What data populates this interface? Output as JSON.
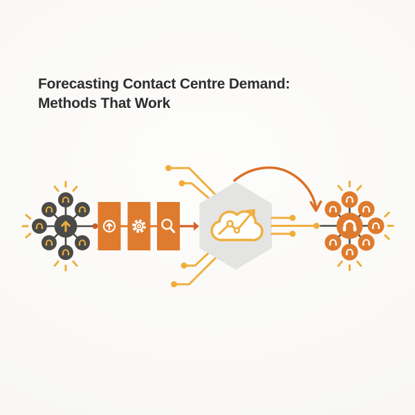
{
  "title": {
    "line1": "Forecasting Contact Centre Demand:",
    "line2": "Methods That Work"
  },
  "colors": {
    "background": "#faf9f6",
    "title_text": "#2e2e2e",
    "dark_gray": "#4a4a48",
    "orange": "#df7b2e",
    "orange_deep": "#d2622a",
    "dot_orange": "#c75b2b",
    "arrow_orange": "#dc6f26",
    "golden": "#efae3c",
    "hexagon_fill": "#e4e4e2"
  },
  "diagram": {
    "source_cluster": {
      "meaning": "incoming contact channels hub",
      "center_icon": "up-arrow-icon",
      "satellite_icon": "headset-icon",
      "satellite_count": 7
    },
    "process_steps": [
      {
        "icon": "circled-up-arrow-icon"
      },
      {
        "icon": "gear-icon"
      },
      {
        "icon": "search-icon"
      }
    ],
    "forecast_hexagon": {
      "icon": "cloud-trend-icon"
    },
    "output_cluster": {
      "meaning": "staffed agents hub",
      "center_icon": "headset-icon",
      "satellite_icon": "headset-icon",
      "satellite_count": 7
    }
  }
}
